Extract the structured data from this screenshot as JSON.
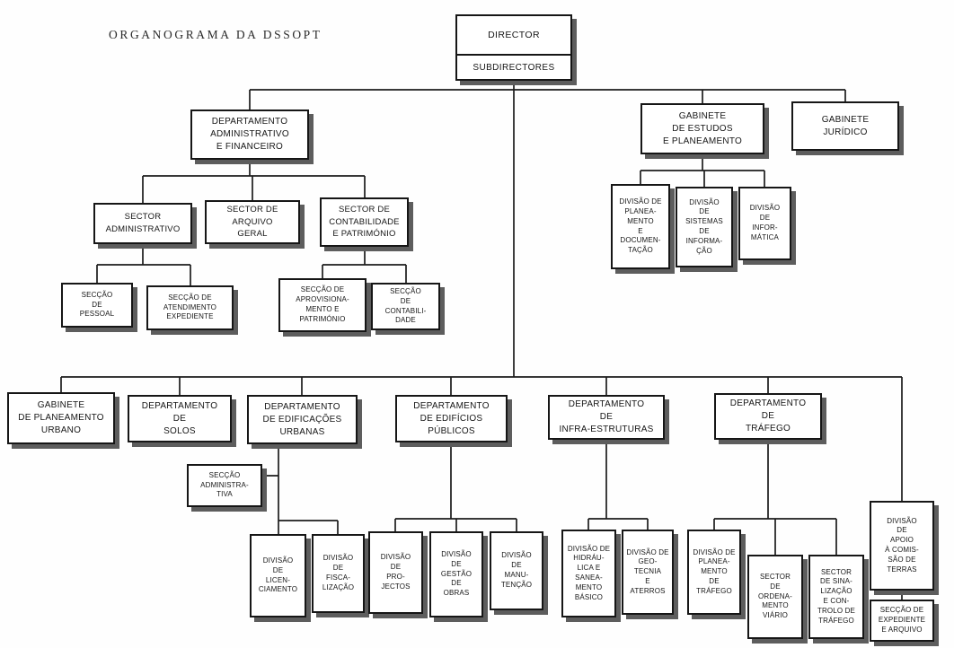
{
  "title": "ORGANOGRAMA DA DSSOPT",
  "nodes": {
    "director": "DIRECTOR",
    "subdirectores": "SUBDIRECTORES",
    "dept_admin_fin": "DEPARTAMENTO\nADMINISTRATIVO\nE FINANCEIRO",
    "gab_estudos": "GABINETE\nDE ESTUDOS\nE PLANEAMENTO",
    "gab_juridico": "GABINETE\nJURÍDICO",
    "sector_admin": "SECTOR\nADMINISTRATIVO",
    "sector_arquivo": "SECTOR DE\nARQUIVO\nGERAL",
    "sector_contab": "SECTOR DE\nCONTABILIDADE\nE PATRIMÓNIO",
    "sec_pessoal": "SECÇÃO\nDE\nPESSOAL",
    "sec_atendimento": "SECÇÃO DE\nATENDIMENTO\nEXPEDIENTE",
    "sec_aprovisionamento": "SECÇÃO DE\nAPROVISIONA-\nMENTO E\nPATRIMÓNIO",
    "sec_contabilidade": "SECÇÃO\nDE\nCONTABILI-\nDADE",
    "div_plan_doc": "DIVISÃO DE\nPLANEA-\nMENTO\nE\nDOCUMEN-\nTAÇÃO",
    "div_sistemas": "DIVISÃO\nDE\nSISTEMAS\nDE\nINFORMA-\nÇÃO",
    "div_informatica": "DIVISÃO\nDE\nINFOR-\nMÁTICA",
    "gab_plan_urbano": "GABINETE\nDE PLANEAMENTO\nURBANO",
    "dept_solos": "DEPARTAMENTO\nDE\nSOLOS",
    "dept_edif_urbanas": "DEPARTAMENTO\nDE EDIFICAÇÕES\nURBANAS",
    "dept_edif_publicos": "DEPARTAMENTO\nDE EDIFÍCIOS\nPÚBLICOS",
    "dept_infra": "DEPARTAMENTO\nDE\nINFRA-ESTRUTURAS",
    "dept_trafego": "DEPARTAMENTO\nDE\nTRÁFEGO",
    "sec_administrativa": "SECÇÃO\nADMINISTRA-\nTIVA",
    "div_licenciamento": "DIVISÃO\nDE\nLICEN-\nCIAMENTO",
    "div_fiscalizacao": "DIVISÃO\nDE\nFISCA-\nLIZAÇÃO",
    "div_projectos": "DIVISÃO\nDE\nPRO-\nJECTOS",
    "div_gestao_obras": "DIVISÃO\nDE\nGESTÃO\nDE\nOBRAS",
    "div_manutencao": "DIVISÃO\nDE\nMANU-\nTENÇÃO",
    "div_hidraulica": "DIVISÃO DE\nHIDRÁU-\nLICA E\nSANEA-\nMENTO\nBÁSICO",
    "div_geotecnia": "DIVISÃO DE\nGEO-\nTECNIA\nE\nATERROS",
    "div_plan_trafego": "DIVISÃO DE\nPLANEA-\nMENTO\nDE\nTRÁFEGO",
    "sector_ordenamento": "SECTOR\nDE\nORDENA-\nMENTO\nVIÁRIO",
    "sector_sinalizacao": "SECTOR\nDE SINA-\nLIZAÇÃO\nE CON-\nTROLO DE\nTRÁFEGO",
    "div_apoio_terras": "DIVISÃO\nDE\nAPOIO\nÀ COMIS-\nSÃO DE\nTERRAS",
    "sec_expediente": "SECÇÃO DE\nEXPEDIENTE\nE ARQUIVO"
  },
  "colors": {
    "ink": "#1c1c1c",
    "shadow": "#5d5d5d",
    "paper": "#fefefe"
  }
}
